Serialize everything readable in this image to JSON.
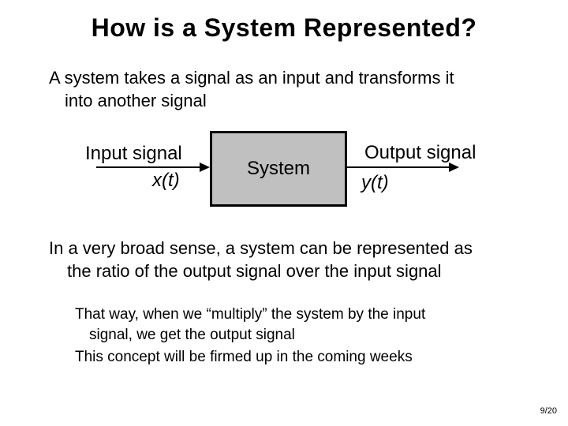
{
  "slide": {
    "title": "How is a System Represented?",
    "paragraphs": {
      "p1_line1": "A system takes a signal as an input and transforms it",
      "p1_line2": "into another signal",
      "p2_line1": "In a very broad sense, a system can be represented as",
      "p2_line2": "the ratio of the output signal over the input signal",
      "p3_line1": "That way, when we “multiply” the system by the input",
      "p3_line2": "signal, we get the output signal",
      "p4_line1": "This concept will be firmed up in the coming weeks"
    },
    "diagram": {
      "input_label": "Input signal",
      "input_variable": "x(t)",
      "box_label": "System",
      "output_label": "Output signal",
      "output_variable": "y(t)",
      "box_fill": "#c0c0c0",
      "box_border": "#000000",
      "arrow_color": "#000000"
    },
    "page_number": "9/20",
    "colors": {
      "background": "#ffffff",
      "text": "#000000"
    }
  }
}
